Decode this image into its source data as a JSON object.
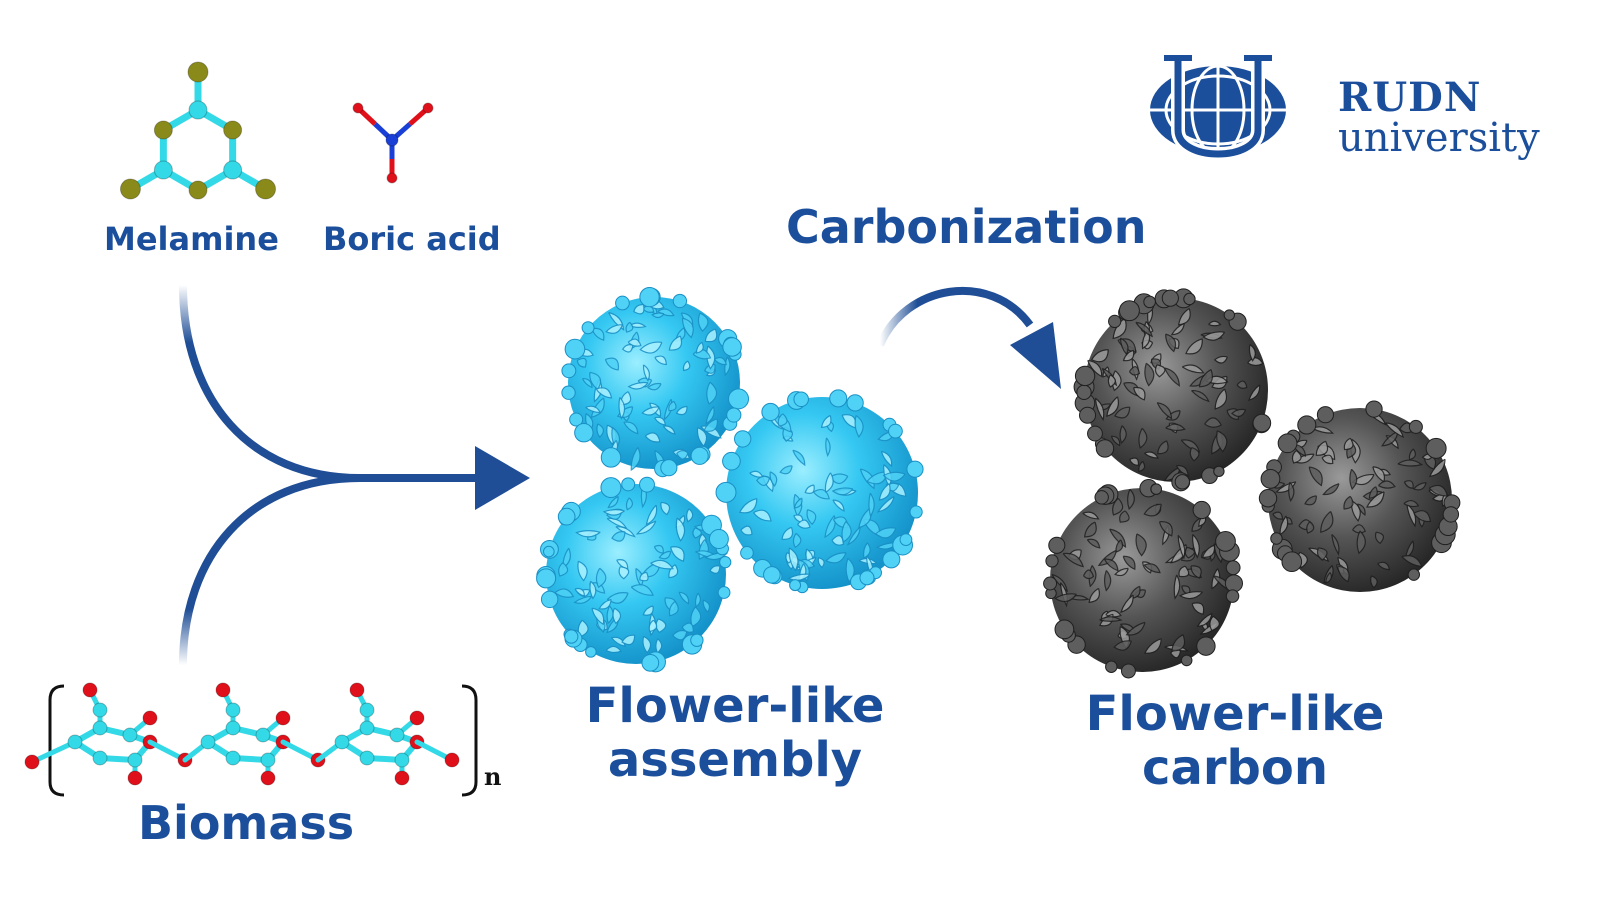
{
  "labels": {
    "melamine": "Melamine",
    "boric_acid": "Boric acid",
    "biomass": "Biomass",
    "carbonization": "Carbonization",
    "assembly_line1": "Flower-like",
    "assembly_line2": "assembly",
    "carbon_line1": "Flower-like",
    "carbon_line2": "carbon",
    "polymer_subscript": "n"
  },
  "logo": {
    "line1": "RUDN",
    "line2": "university",
    "icon": "rudn-globe-u-icon"
  },
  "colors": {
    "text_blue": "#1b4f9c",
    "arrow_blue": "#1f4e96",
    "assembly_blue": "#2ec3f0",
    "carbon_gray": "#4a4a4a",
    "atom_carbon": "#33d9e6",
    "atom_oxygen": "#e0101a",
    "atom_nitrogen": "#8a8a1a",
    "atom_boron": "#1a3fd6"
  }
}
